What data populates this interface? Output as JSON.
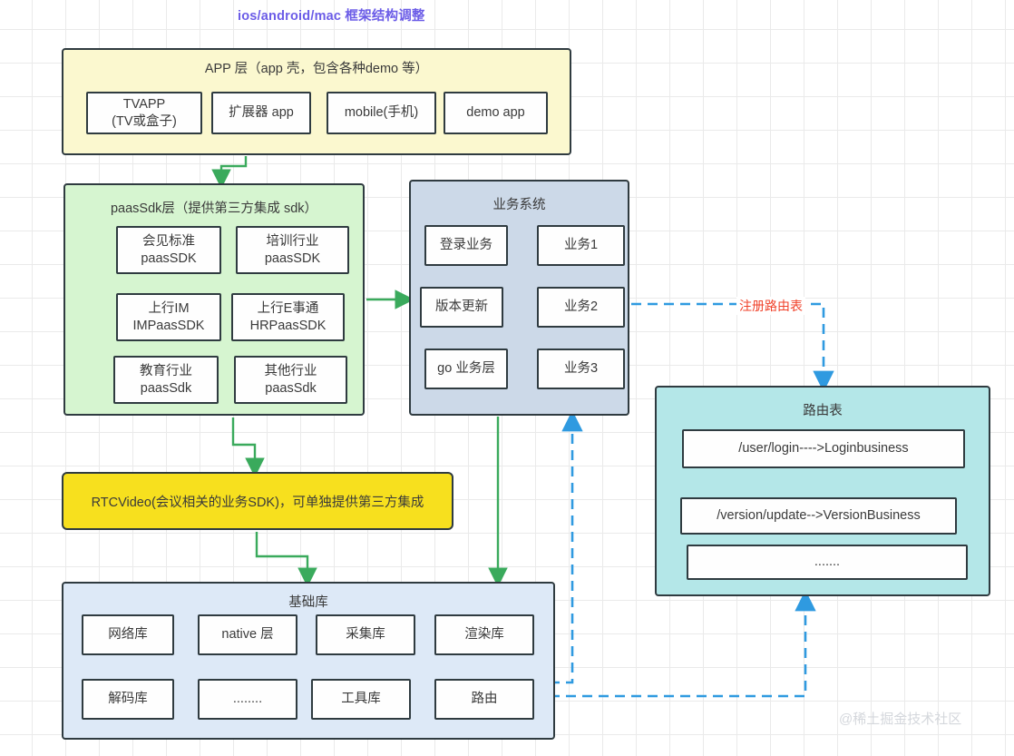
{
  "title": "ios/android/mac 框架结构调整",
  "watermark": "@稀土掘金技术社区",
  "colors": {
    "title": "#6b5ce7",
    "app_layer": "#fbf8cf",
    "paas_layer": "#d6f5d0",
    "business_layer": "#ccd9e8",
    "route_table": "#b4e7e8",
    "base_layer": "#dde9f7",
    "rtc_video": "#f7e01e",
    "arrow_green": "#3aaa5c",
    "arrow_blue": "#2f9ae0",
    "label_red": "#f0422a"
  },
  "groups": {
    "app": {
      "title": "APP 层（app 壳，包含各种demo 等）",
      "cells": [
        "TVAPP\n(TV或盒子)",
        "扩展器 app",
        "mobile(手机)",
        "demo app"
      ]
    },
    "paas": {
      "title": "paasSdk层（提供第三方集成 sdk）",
      "cells": [
        "会见标准\npaasSDK",
        "培训行业\npaasSDK",
        "上行IM\nIMPaasSDK",
        "上行E事通\nHRPaasSDK",
        "教育行业\npaasSdk",
        "其他行业\npaasSdk"
      ]
    },
    "business": {
      "title": "业务系统",
      "cells": [
        "登录业务",
        "业务1",
        "版本更新",
        "业务2",
        "go 业务层",
        "业务3"
      ]
    },
    "rtc": {
      "label": "RTCVideo(会议相关的业务SDK)，可单独提供第三方集成"
    },
    "route": {
      "title": "路由表",
      "cells": [
        "/user/login---->Loginbusiness",
        "/version/update-->VersionBusiness",
        "......."
      ]
    },
    "base": {
      "title": "基础库",
      "cells": [
        "网络库",
        "native 层",
        "采集库",
        "渲染库",
        "解码库",
        "........",
        "工具库",
        "路由"
      ]
    }
  },
  "connectors": {
    "register_route_label": "注册路由表"
  }
}
